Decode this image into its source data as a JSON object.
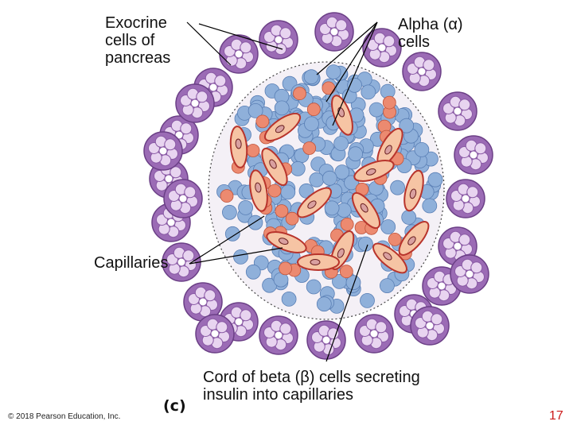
{
  "labels": {
    "exocrine": [
      "Exocrine",
      "cells of",
      "pancreas"
    ],
    "alpha": [
      "Alpha (α)",
      "cells"
    ],
    "capillaries": "Capillaries",
    "beta_cord": [
      "Cord of beta (β) cells secreting",
      "insulin into capillaries"
    ],
    "panel": "(c)",
    "copyright": "© 2018 Pearson Education, Inc.",
    "page_number": "17"
  },
  "colors": {
    "exocrine_cell": "#9b6bb5",
    "exocrine_cell_light": "#e8d4f0",
    "beta_cell": "#8fb0da",
    "beta_cell_dark": "#5a7fb5",
    "alpha_cell": "#ec8a70",
    "capillary": "#f6c4a4",
    "capillary_outline": "#b8342c",
    "leader_line": "#000000",
    "page_number": "#cc1a1a"
  }
}
